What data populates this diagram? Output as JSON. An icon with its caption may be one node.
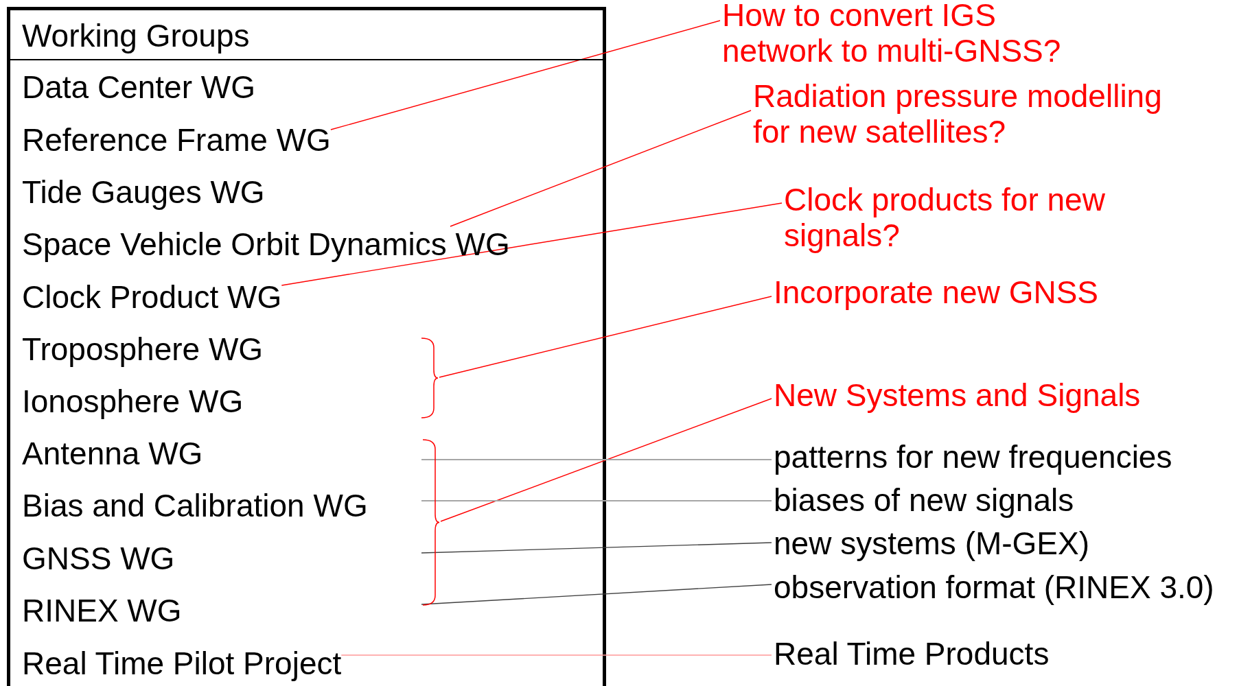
{
  "diagram": {
    "nodes": [
      {
        "text": [
          "Working Groups"
        ]
      },
      {
        "text": [
          "Data Center WG"
        ],
        "in": 0
      },
      {
        "text": [
          "Reference Frame WG"
        ],
        "in": 0
      },
      {
        "text": [
          "Tide Gauges WG"
        ],
        "in": 0
      },
      {
        "text": [
          "Space Vehicle Orbit Dynamics WG"
        ],
        "in": 0
      },
      {
        "text": [
          "Clock Product WG"
        ],
        "in": 0
      },
      {
        "text": [
          "Troposphere WG"
        ],
        "in": 0
      },
      {
        "text": [
          "Ionosphere WG"
        ],
        "in": 0
      },
      {
        "text": [
          "Antenna WG"
        ],
        "in": 0
      },
      {
        "text": [
          "Bias and Calibration WG"
        ],
        "in": 0
      },
      {
        "text": [
          "GNSS WG"
        ],
        "in": 0
      },
      {
        "text": [
          "RINEX WG"
        ],
        "in": 0
      },
      {
        "text": [
          "Real Time Pilot Project"
        ],
        "in": 0
      },
      {
        "text": [
          "How to convert IGS network to multi-GNSS?"
        ]
      },
      {
        "text": [
          "Radiation pressure modelling for new satellites?"
        ]
      },
      {
        "text": [
          "Clock products for new signals?"
        ]
      },
      {
        "text": [
          "Incorporate new GNSS"
        ]
      },
      {
        "text": [
          "New Systems and Signals"
        ]
      },
      {
        "text": [
          "patterns for new frequencies"
        ]
      },
      {
        "text": [
          "biases of new signals"
        ]
      },
      {
        "text": [
          "new systems (M-GEX)"
        ]
      },
      {
        "text": [
          "observation format (RINEX 3.0)"
        ]
      },
      {
        "text": [
          "Real Time Products"
        ]
      },
      {
        "text": [],
        "shape": "brace",
        "in": 0
      },
      {
        "text": [],
        "shape": "brace",
        "in": 0
      }
    ],
    "edges": [
      {
        "from": 13,
        "to": 2,
        "arrow": "none"
      },
      {
        "from": 14,
        "to": 4,
        "arrow": "none"
      },
      {
        "from": 15,
        "to": 5,
        "arrow": "none"
      },
      {
        "from": 16,
        "to": 23,
        "arrow": "none"
      },
      {
        "from": 17,
        "to": 24,
        "arrow": "none"
      },
      {
        "from": 18,
        "to": 24,
        "arrow": "none",
        "color": "#a6a6a6"
      },
      {
        "from": 19,
        "to": 24,
        "arrow": "none",
        "color": "#a6a6a6"
      },
      {
        "from": 20,
        "to": 24,
        "arrow": "none",
        "color": "#404040"
      },
      {
        "from": 21,
        "to": 24,
        "arrow": "none",
        "color": "#404040"
      },
      {
        "from": 22,
        "to": 12,
        "arrow": "none",
        "color": "#ff9999"
      }
    ]
  }
}
